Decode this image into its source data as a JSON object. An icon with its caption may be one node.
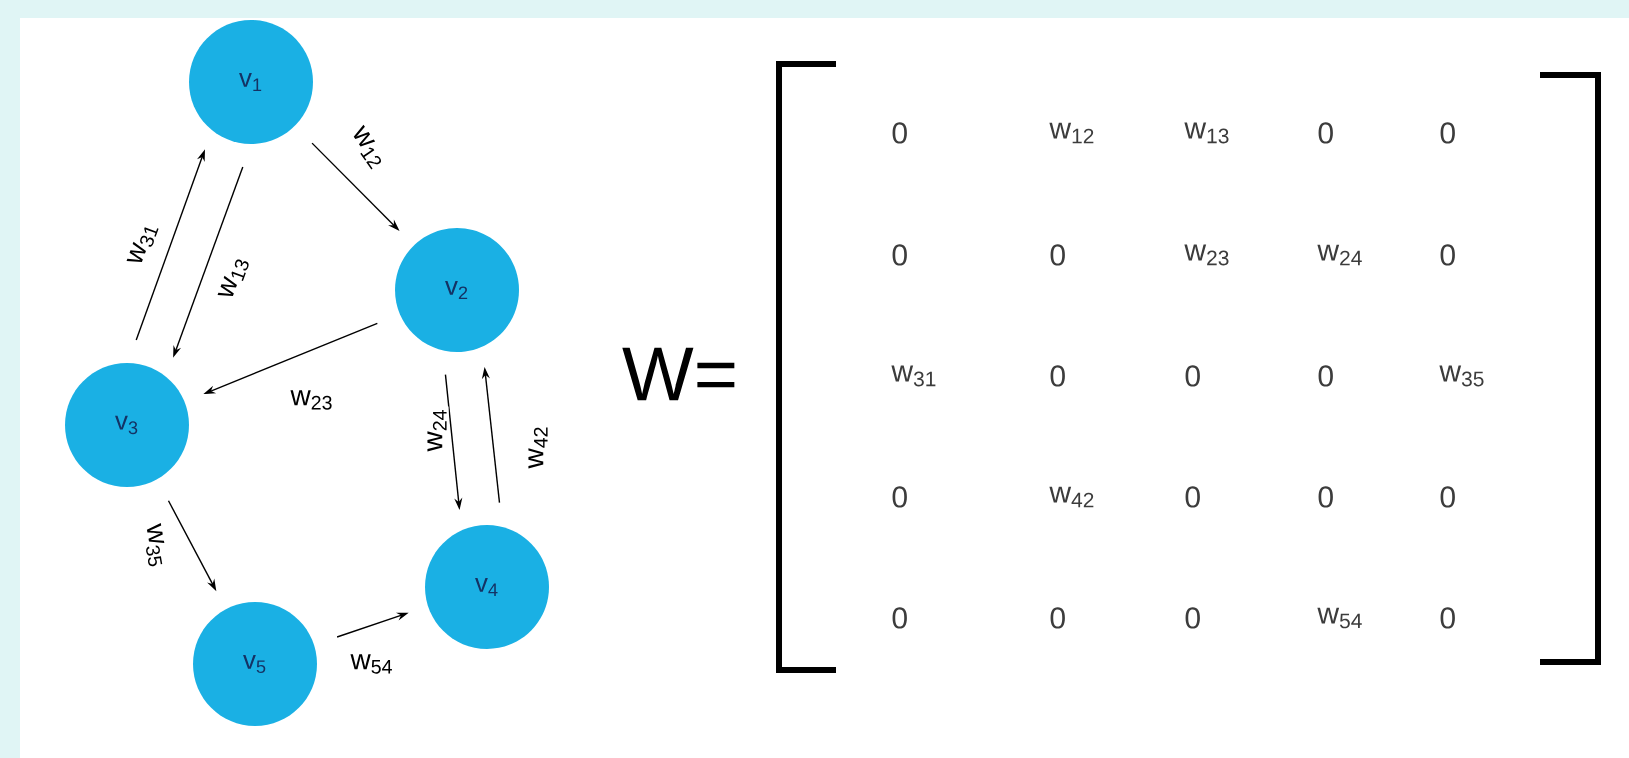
{
  "diagram": {
    "nodes": [
      {
        "text": [
          "v$_{1}$"
        ]
      },
      {
        "text": [
          "v$_{2}$"
        ]
      },
      {
        "text": [
          "v$_{3}$"
        ]
      },
      {
        "text": [
          "v$_{4}$"
        ]
      },
      {
        "text": [
          "v$_{5}$"
        ]
      }
    ],
    "edges": [
      {
        "from": 0,
        "to": 1,
        "arrow": "to",
        "label": "w$_{12}$"
      },
      {
        "from": 2,
        "to": 0,
        "arrow": "to",
        "label": "w$_{31}$"
      },
      {
        "from": 0,
        "to": 2,
        "arrow": "to",
        "label": "w$_{13}$"
      },
      {
        "from": 1,
        "to": 2,
        "arrow": "to",
        "label": "w$_{23}$"
      },
      {
        "from": 1,
        "to": 3,
        "arrow": "to",
        "label": "w$_{24}$"
      },
      {
        "from": 3,
        "to": 1,
        "arrow": "to",
        "label": "w$_{42}$"
      },
      {
        "from": 2,
        "to": 4,
        "arrow": "to",
        "label": "w$_{35}$"
      },
      {
        "from": 4,
        "to": 3,
        "arrow": "to",
        "label": "w$_{54}$"
      }
    ],
    "labels": [
      "W=",
      "0",
      "w$_{12}$",
      "w$_{13}$",
      "0",
      "0",
      "0",
      "0",
      "w$_{23}$",
      "w$_{24}$",
      "0",
      "w$_{31}$",
      "0",
      "0",
      "0",
      "w$_{35}$",
      "0",
      "w$_{42}$",
      "0",
      "0",
      "0",
      "0",
      "0",
      "0",
      "w$_{54}$",
      "0"
    ]
  }
}
